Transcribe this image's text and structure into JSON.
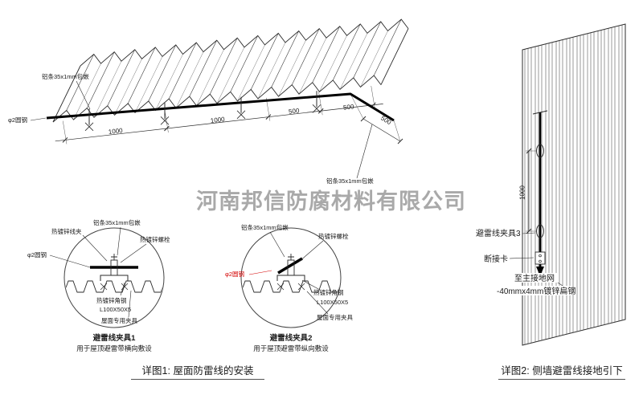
{
  "watermark": "河南邦信防腐材料有限公司",
  "colors": {
    "line": "#2b2b2b",
    "red": "#d40000",
    "watermark": "#9b9b9b"
  },
  "main_view": {
    "label_strip_left": "铝条35x1mm包嵌",
    "label_round_steel": "φ2圆钢",
    "label_strip_right": "铝条35x1mm包嵌",
    "dims": {
      "d1000a": "1000",
      "d1000b": "1000",
      "d500a": "500",
      "d500b": "500",
      "d500c": "500"
    }
  },
  "detail1": {
    "label_wire_clip": "热镀锌线夹",
    "label_strip": "铝条35x1mm包嵌",
    "label_bolt": "热镀锌螺栓",
    "label_round_steel": "φ2圆钢",
    "label_angle_steel": "热镀锌角钢",
    "label_angle_spec": "L100X50X5",
    "label_roof_clamp": "屋面专用夹具",
    "title": "避雷线夹具1",
    "subtitle": "用于屋顶避雷带横向敷设"
  },
  "detail2": {
    "label_strip": "铝条35x1mm包嵌",
    "label_bolt": "热镀锌螺栓",
    "label_round_steel": "φ2圆钢",
    "label_angle_steel": "热镀锌角钢",
    "label_angle_spec": "L100X50X5",
    "label_roof_clamp": "屋面专用夹具",
    "title": "避雷线夹具2",
    "subtitle": "用于屋顶避雷带纵向敷设"
  },
  "captions": {
    "figure1": "详图1: 屋面防雷线的安装",
    "figure2": "详图2: 侧墙避雷线接地引下"
  },
  "side_view": {
    "dim_1000": "1000",
    "label_clamp3": "避雷线夹具3",
    "label_disconnector": "断接卡",
    "label_to_ground": "至主接地网",
    "label_flat_steel": "-40mmx4mm镀锌扁钢"
  }
}
